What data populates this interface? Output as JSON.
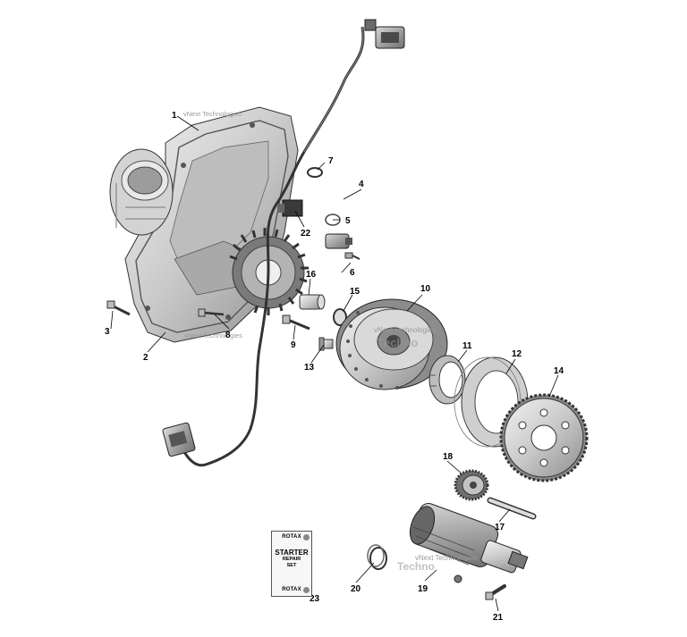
{
  "callouts": [
    "1",
    "2",
    "3",
    "4",
    "5",
    "6",
    "7",
    "8",
    "9",
    "10",
    "11",
    "12",
    "13",
    "14",
    "15",
    "16",
    "17",
    "18",
    "19",
    "20",
    "21",
    "22",
    "23"
  ],
  "watermarks": {
    "top": "vNext Technologies",
    "lower": "vNext Technologies",
    "center": "vNext Technologies",
    "center_big": "Techno",
    "starter": "vNext Technologies",
    "starter_big": "Techno"
  },
  "kit_card": {
    "brand_top": "ROTAX",
    "title": "STARTER",
    "line1": "REPAIR",
    "line2": "SET",
    "brand_bottom": "ROTAX"
  }
}
